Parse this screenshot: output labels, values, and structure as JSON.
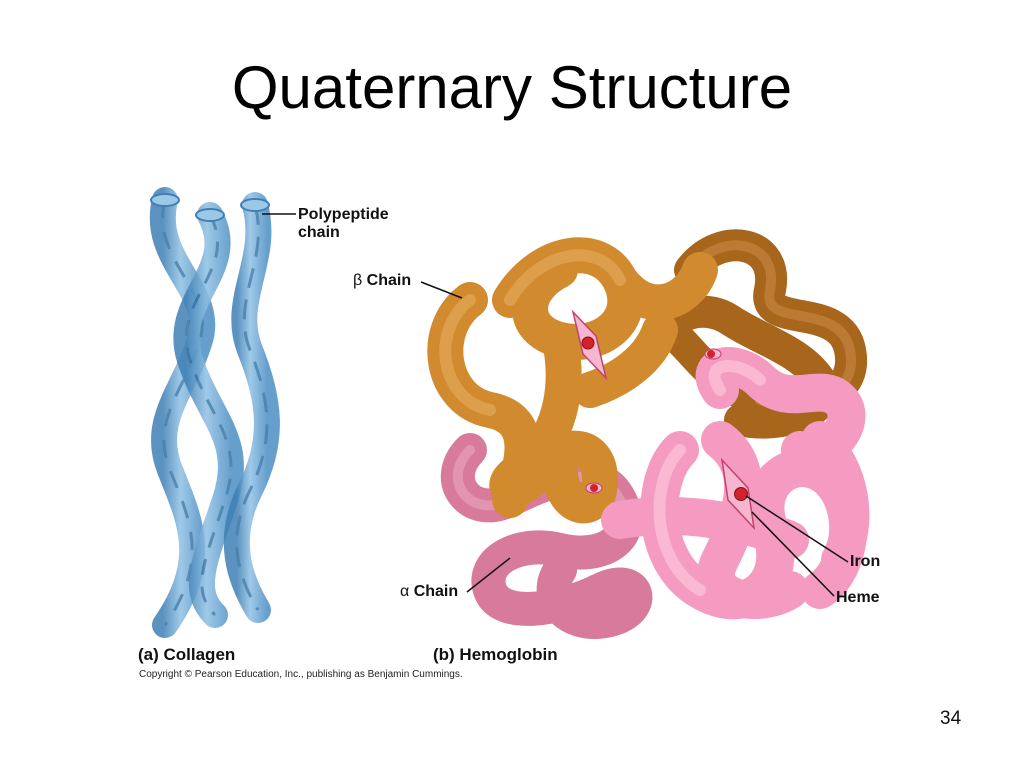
{
  "slide": {
    "title": "Quaternary Structure",
    "page_number": "34"
  },
  "collagen": {
    "label_line1": "Polypeptide",
    "label_line2": "chain",
    "caption": "(a) Collagen",
    "color": "#4d8fc4"
  },
  "hemoglobin": {
    "beta_symbol": "β",
    "beta_label": "Chain",
    "alpha_symbol": "α",
    "alpha_label": "Chain",
    "iron_label": "Iron",
    "heme_label": "Heme",
    "caption": "(b) Hemoglobin",
    "colors": {
      "beta1": "#d18b2e",
      "beta2": "#a8651c",
      "alpha1": "#d77a9b",
      "alpha2": "#f59ac0",
      "heme": "#f4a6c4",
      "iron": "#d3232a"
    }
  },
  "copyright": "Copyright © Pearson Education, Inc., publishing as Benjamin Cummings."
}
